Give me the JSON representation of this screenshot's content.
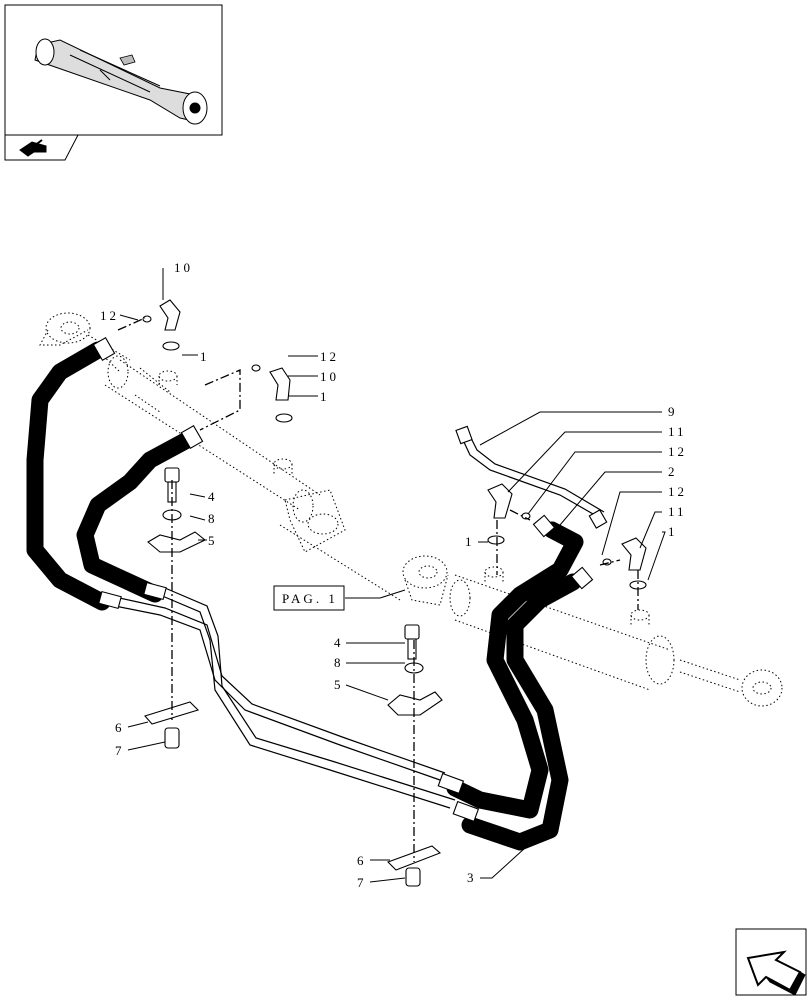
{
  "thumbnail": {
    "icon": "axle-assembly-icon"
  },
  "nav_tab": {
    "icon": "book-pointer-icon"
  },
  "reference_box": {
    "text": "PAG. 1"
  },
  "next_page_button": {
    "icon": "arrow-down-left-icon"
  },
  "callouts": {
    "c10a": "10",
    "c12a": "12",
    "c1a": "1",
    "c12b": "12",
    "c10b": "10",
    "c1b": "1",
    "c4a": "4",
    "c8a": "8",
    "c5a": "5",
    "c6a": "6",
    "c7a": "7",
    "c9": "9",
    "c11a": "11",
    "c12c": "12",
    "c2": "2",
    "c12d": "12",
    "c11b": "11",
    "c1c": "1",
    "c1d": "1",
    "c4b": "4",
    "c8b": "8",
    "c5b": "5",
    "c6b": "6",
    "c7b": "7",
    "c3": "3"
  }
}
